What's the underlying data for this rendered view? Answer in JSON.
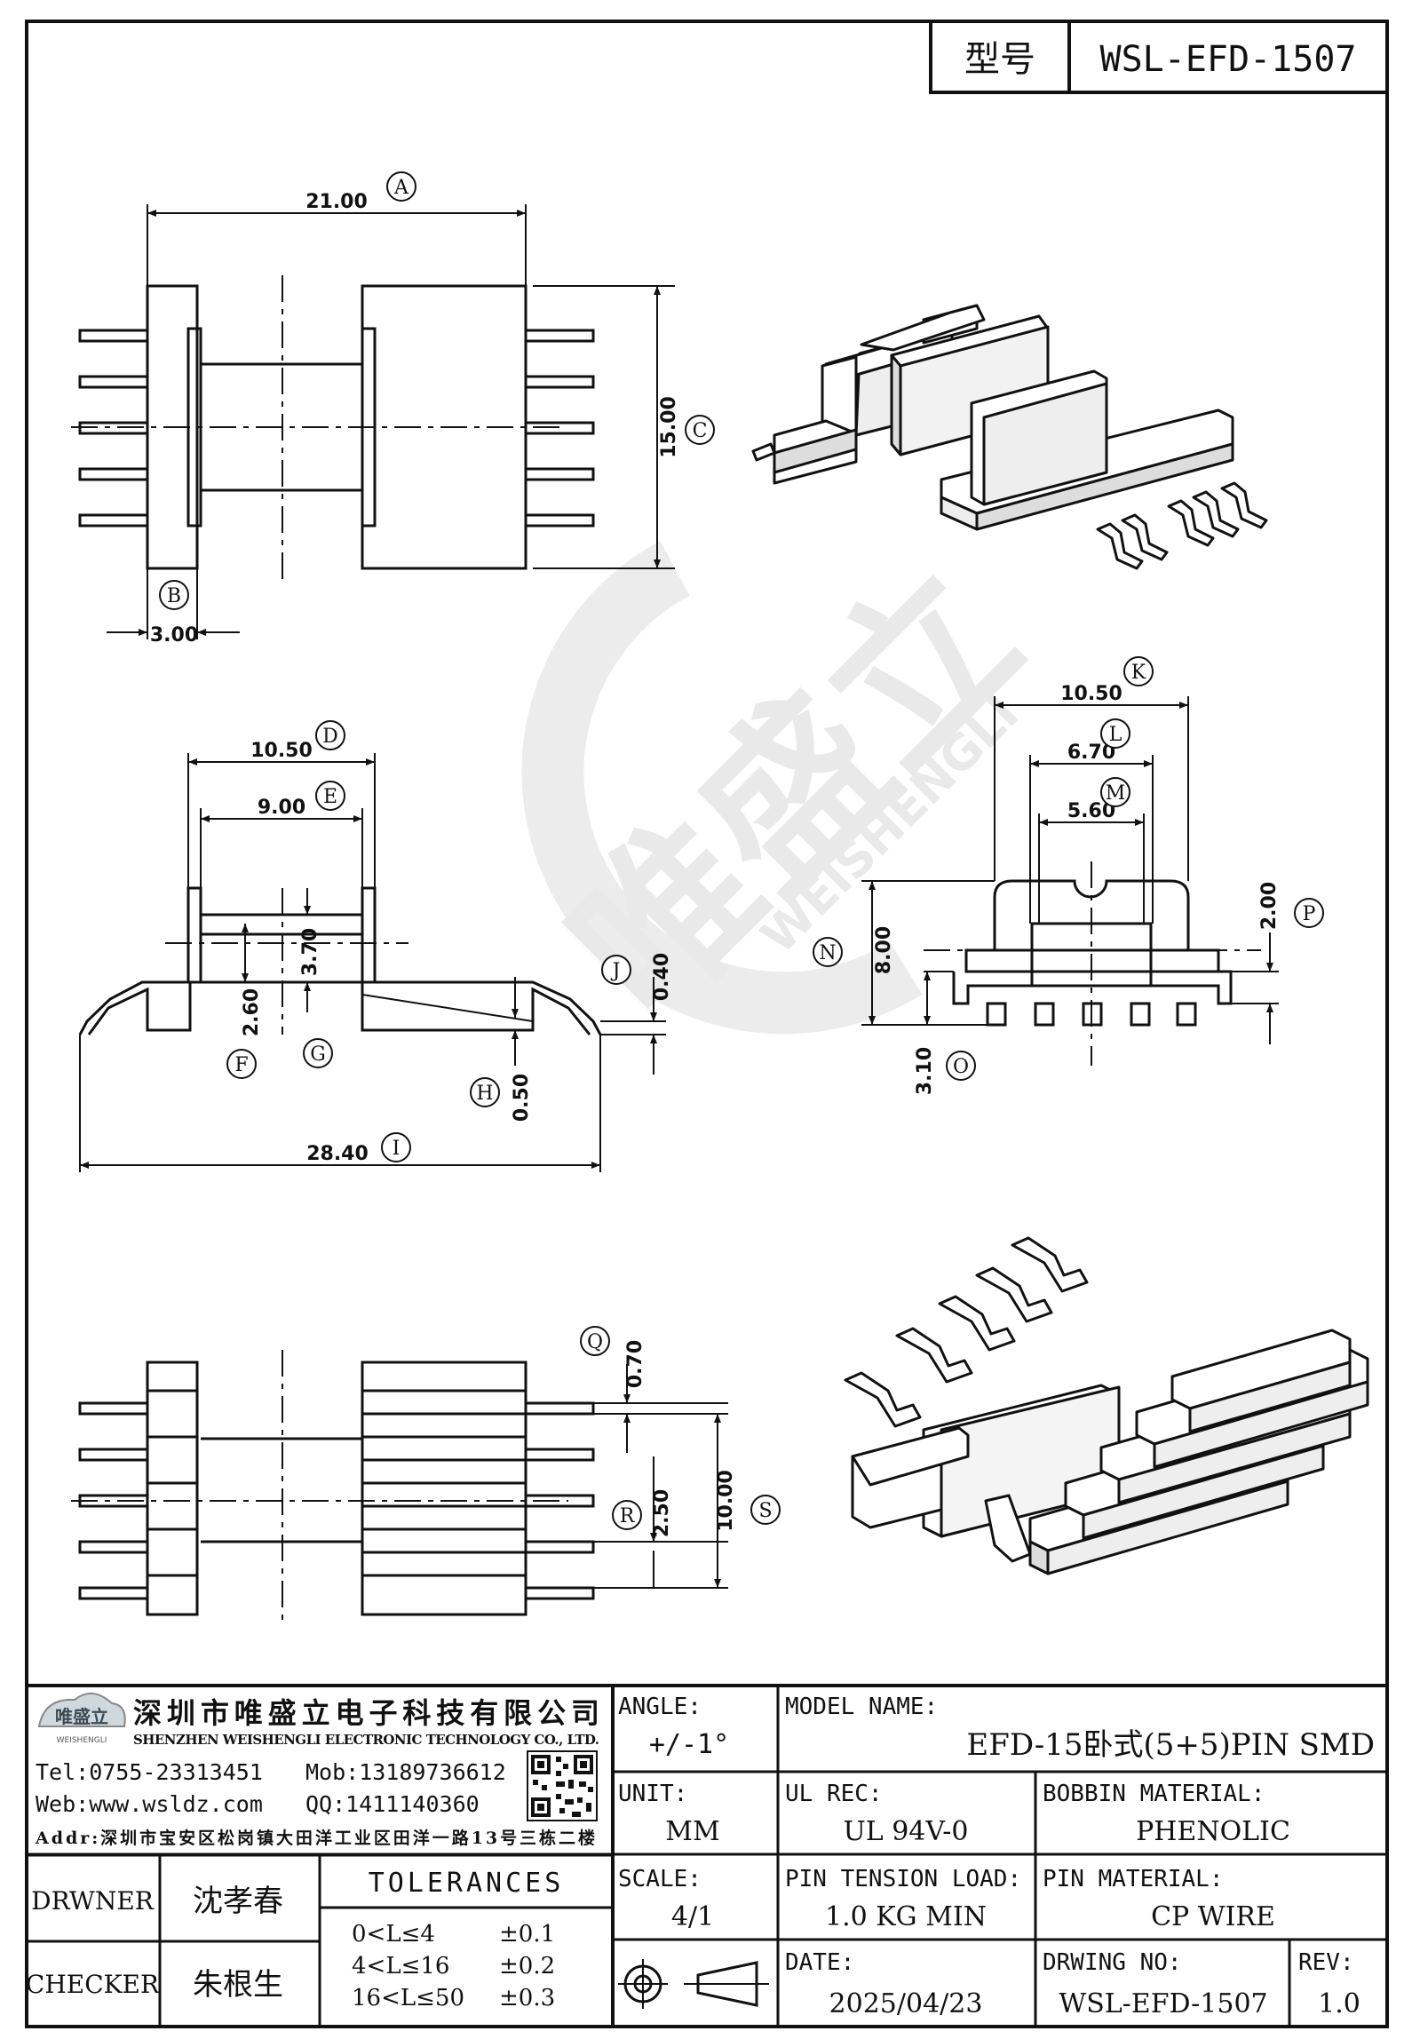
{
  "header": {
    "model_label": "型号",
    "model_value": "WSL-EFD-1507"
  },
  "watermark": {
    "brand": "唯盛立",
    "pinyin": "WEISHENGLI"
  },
  "dimensions": {
    "A": "21.00",
    "B": "3.00",
    "C": "15.00",
    "D": "10.50",
    "E": "9.00",
    "F": "2.60",
    "G": "3.70",
    "H": "0.50",
    "I": "28.40",
    "J": "0.40",
    "K": "10.50",
    "L": "6.70",
    "M": "5.60",
    "N": "8.00",
    "O": "3.10",
    "P": "2.00",
    "Q": "0.70",
    "R": "2.50",
    "S": "10.00"
  },
  "company": {
    "logo_text": "唯盛立",
    "logo_sub": "WEISHENGLI",
    "name_cn": "深圳市唯盛立电子科技有限公司",
    "name_en": "SHENZHEN WEISHENGLI ELECTRONIC TECHNOLOGY CO., LTD.",
    "tel": "Tel:0755-23313451",
    "mob": "Mob:13189736612",
    "web": "Web:www.wsldz.com",
    "qq": "QQ:1411140360",
    "addr": "Addr:深圳市宝安区松岗镇大田洋工业区田洋一路13号三栋二楼"
  },
  "title_block": {
    "angle_label": "ANGLE:",
    "angle_value": "+/-1°",
    "model_name_label": "MODEL NAME:",
    "model_name_value": "EFD-15卧式(5+5)PIN SMD",
    "unit_label": "UNIT:",
    "unit_value": "MM",
    "ul_label": "UL REC:",
    "ul_value": "UL 94V-0",
    "bobbin_label": "BOBBIN MATERIAL:",
    "bobbin_value": "PHENOLIC",
    "scale_label": "SCALE:",
    "scale_value": "4/1",
    "pin_tension_label": "PIN TENSION LOAD:",
    "pin_tension_value": "1.0 KG MIN",
    "pin_material_label": "PIN MATERIAL:",
    "pin_material_value": "CP WIRE",
    "date_label": "DATE:",
    "date_value": "2025/04/23",
    "drawing_no_label": "DRWING NO:",
    "drawing_no_value": "WSL-EFD-1507",
    "rev_label": "REV:",
    "rev_value": "1.0",
    "drawer_label": "DRWNER",
    "drawer_value": "沈孝春",
    "checker_label": "CHECKER",
    "checker_value": "朱根生",
    "tolerances_title": "TOLERANCES",
    "tolerances": [
      {
        "range": "0<L≤4",
        "value": "±0.1"
      },
      {
        "range": "4<L≤16",
        "value": "±0.2"
      },
      {
        "range": "16<L≤50",
        "value": "±0.3"
      }
    ]
  }
}
